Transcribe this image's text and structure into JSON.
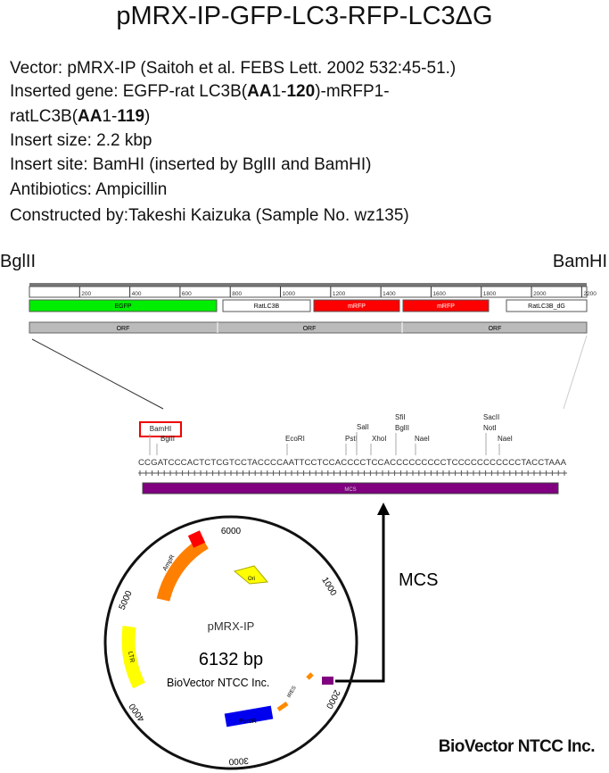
{
  "title": "pMRX-IP-GFP-LC3-RFP-LC3ΔG",
  "info": {
    "vector": "Vector: pMRX-IP (Saitoh et al. FEBS Lett. 2002 532:45-51.)",
    "gene_a": "Inserted gene: EGFP-rat LC3B(",
    "gene_b": "AA",
    "gene_c": "1-",
    "gene_d": "120",
    "gene_e": ")-mRFP1-",
    "gene2_a": "ratLC3B(",
    "gene2_b": "AA",
    "gene2_c": "1-",
    "gene2_d": "119",
    "gene2_e": ")",
    "size": "Insert size: 2.2 kbp",
    "site": "Insert site: BamHI (inserted by BglII and BamHI)",
    "antibiotics": "Antibiotics: Ampicillin",
    "constructed": "Constructed by:Takeshi Kaizuka (Sample No. wz135)"
  },
  "ends": {
    "left": "BglII",
    "right": "BamHI"
  },
  "ruler": [
    "200",
    "400",
    "600",
    "800",
    "1000",
    "1200",
    "1400",
    "1600",
    "1800",
    "2000",
    "2200"
  ],
  "features": [
    "EGFP",
    "RatLC3B",
    "mRFP",
    "mRFP",
    "RatLC3B_dG"
  ],
  "orfs": [
    "ORF",
    "ORF",
    "ORF"
  ],
  "mcs": {
    "enzymes": [
      "BamHI",
      "BglII",
      "EcoRI",
      "PstI",
      "SalI",
      "XhoI",
      "SfiI",
      "BglII",
      "NaeI",
      "SacII",
      "NotI",
      "NaeI"
    ],
    "sequence": "CCGATCCCACTCTCGTCCTACCCCAATTCCTCCACCCCTCCACCCCCCCCCTCCCCCCCCCCCTACCTAAA",
    "bar": "MCS",
    "label": "MCS"
  },
  "plasmid": {
    "name": "pMRX-IP",
    "size": "6132 bp",
    "ticks": [
      "6000",
      "1000",
      "2000",
      "3000",
      "4000",
      "5000"
    ],
    "features": [
      "AmpR",
      "Ori",
      "LTR",
      "PuroR",
      "IRES"
    ]
  },
  "watermark_inner": "BioVector NTCC Inc.",
  "watermark": "BioVector NTCC Inc.",
  "colors": {
    "egfp": "#00ee00",
    "mrfp": "#ff0000",
    "mcs": "#800080",
    "amp": "#ff7f00",
    "ltr": "#ffff00",
    "puro": "#0000ee"
  }
}
